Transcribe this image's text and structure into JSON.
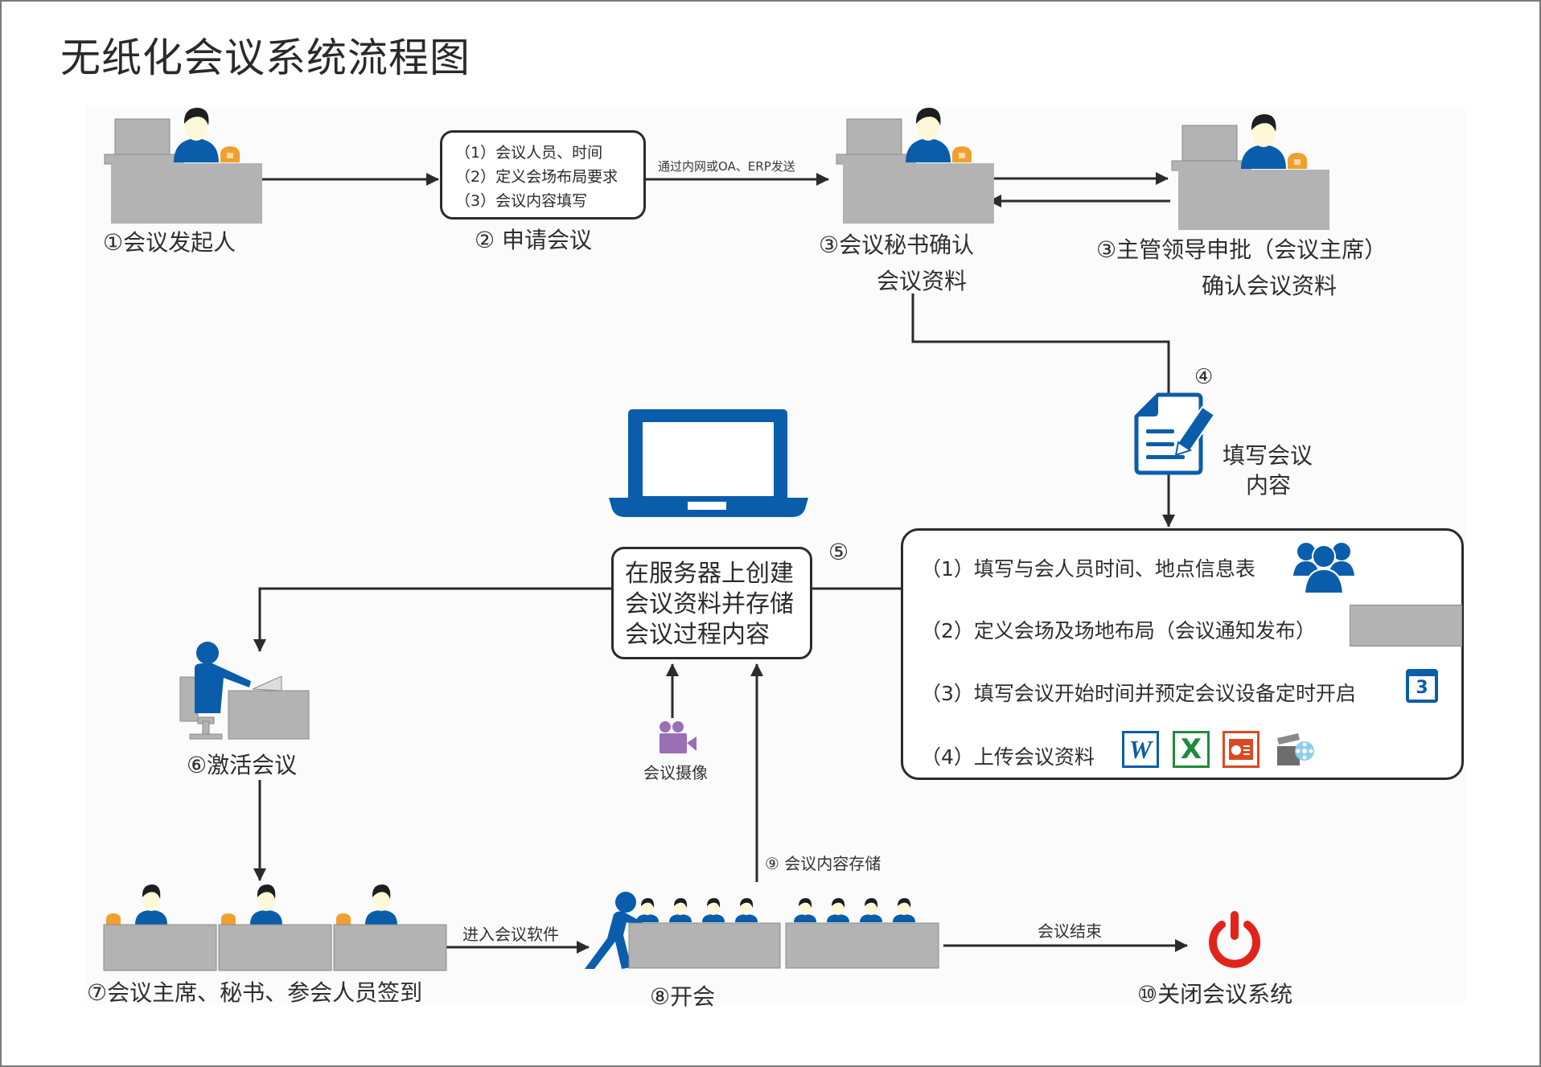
{
  "title": "无纸化会议系统流程图",
  "steps": {
    "s1": {
      "label": "①会议发起人"
    },
    "s2": {
      "label": "② 申请会议",
      "items": [
        "（1）会议人员、时间",
        "（2）定义会场布局要求",
        "（3）会议内容填写"
      ]
    },
    "s2_edge": "通过内网或OA、ERP发送",
    "s3a": {
      "line1": "③会议秘书确认",
      "line2": "会议资料"
    },
    "s3b": {
      "line1": "③主管领导申批（会议主席）",
      "line2": "确认会议资料"
    },
    "s4": {
      "num": "④",
      "line1": "填写会议",
      "line2": "内容",
      "items": [
        {
          "text": "（1）填写与会人员时间、地点信息表",
          "icon": "users-icon"
        },
        {
          "text": "（2）定义会场及场地布局（会议通知发布）",
          "icon": "gray-placeholder"
        },
        {
          "text": "（3）填写会议开始时间并预定会议设备定时开启",
          "icon": "calendar-icon",
          "icon_text": "3"
        },
        {
          "text": "（4）上传会议资料",
          "icons": [
            "word-icon",
            "excel-icon",
            "powerpoint-icon",
            "video-file-icon"
          ],
          "word_glyph": "W",
          "excel_glyph": "X"
        }
      ]
    },
    "s5": {
      "num": "⑤",
      "lines": [
        "在服务器上创建",
        "会议资料并存储",
        "会议过程内容"
      ]
    },
    "s6": {
      "label": "⑥激活会议"
    },
    "s7": {
      "label": "⑦会议主席、秘书、参会人员签到"
    },
    "s7_edge": "进入会议软件",
    "s8": {
      "label": "⑧开会"
    },
    "camera": {
      "label": "会议摄像"
    },
    "s9": {
      "label": "⑨ 会议内容存储"
    },
    "s10_edge": "会议结束",
    "s10": {
      "label": "⑩关闭会议系统"
    }
  },
  "colors": {
    "blue": "#0a5dab",
    "gray": "#b3b3b3",
    "orange": "#f0a030",
    "purple": "#9b6fb5",
    "red": "#e2231a",
    "line": "#2b2b2b"
  }
}
